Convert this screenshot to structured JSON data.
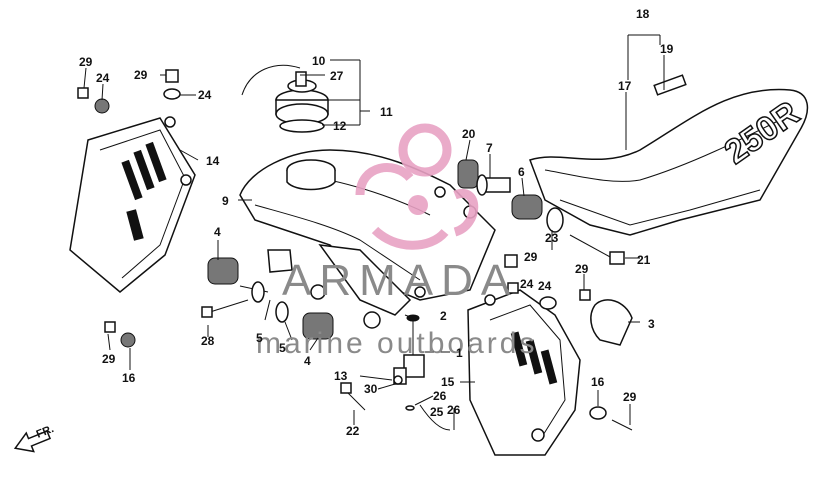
{
  "diagram": {
    "callouts": [
      "29",
      "24",
      "29",
      "24",
      "10",
      "27",
      "11",
      "12",
      "20",
      "7",
      "6",
      "18",
      "19",
      "17",
      "14",
      "9",
      "4",
      "23",
      "21",
      "29",
      "29",
      "24",
      "24",
      "3",
      "28",
      "5",
      "5",
      "4",
      "2",
      "1",
      "13",
      "30",
      "26",
      "26",
      "25",
      "22",
      "15",
      "16",
      "29",
      "29",
      "16"
    ],
    "seat_text": "250R",
    "direction_label": "FR."
  },
  "watermark": {
    "brand": "ARMADA",
    "tagline": "marine outboards",
    "colors": {
      "text": "#8a8a8a",
      "logo": "#e8a2c4"
    }
  }
}
